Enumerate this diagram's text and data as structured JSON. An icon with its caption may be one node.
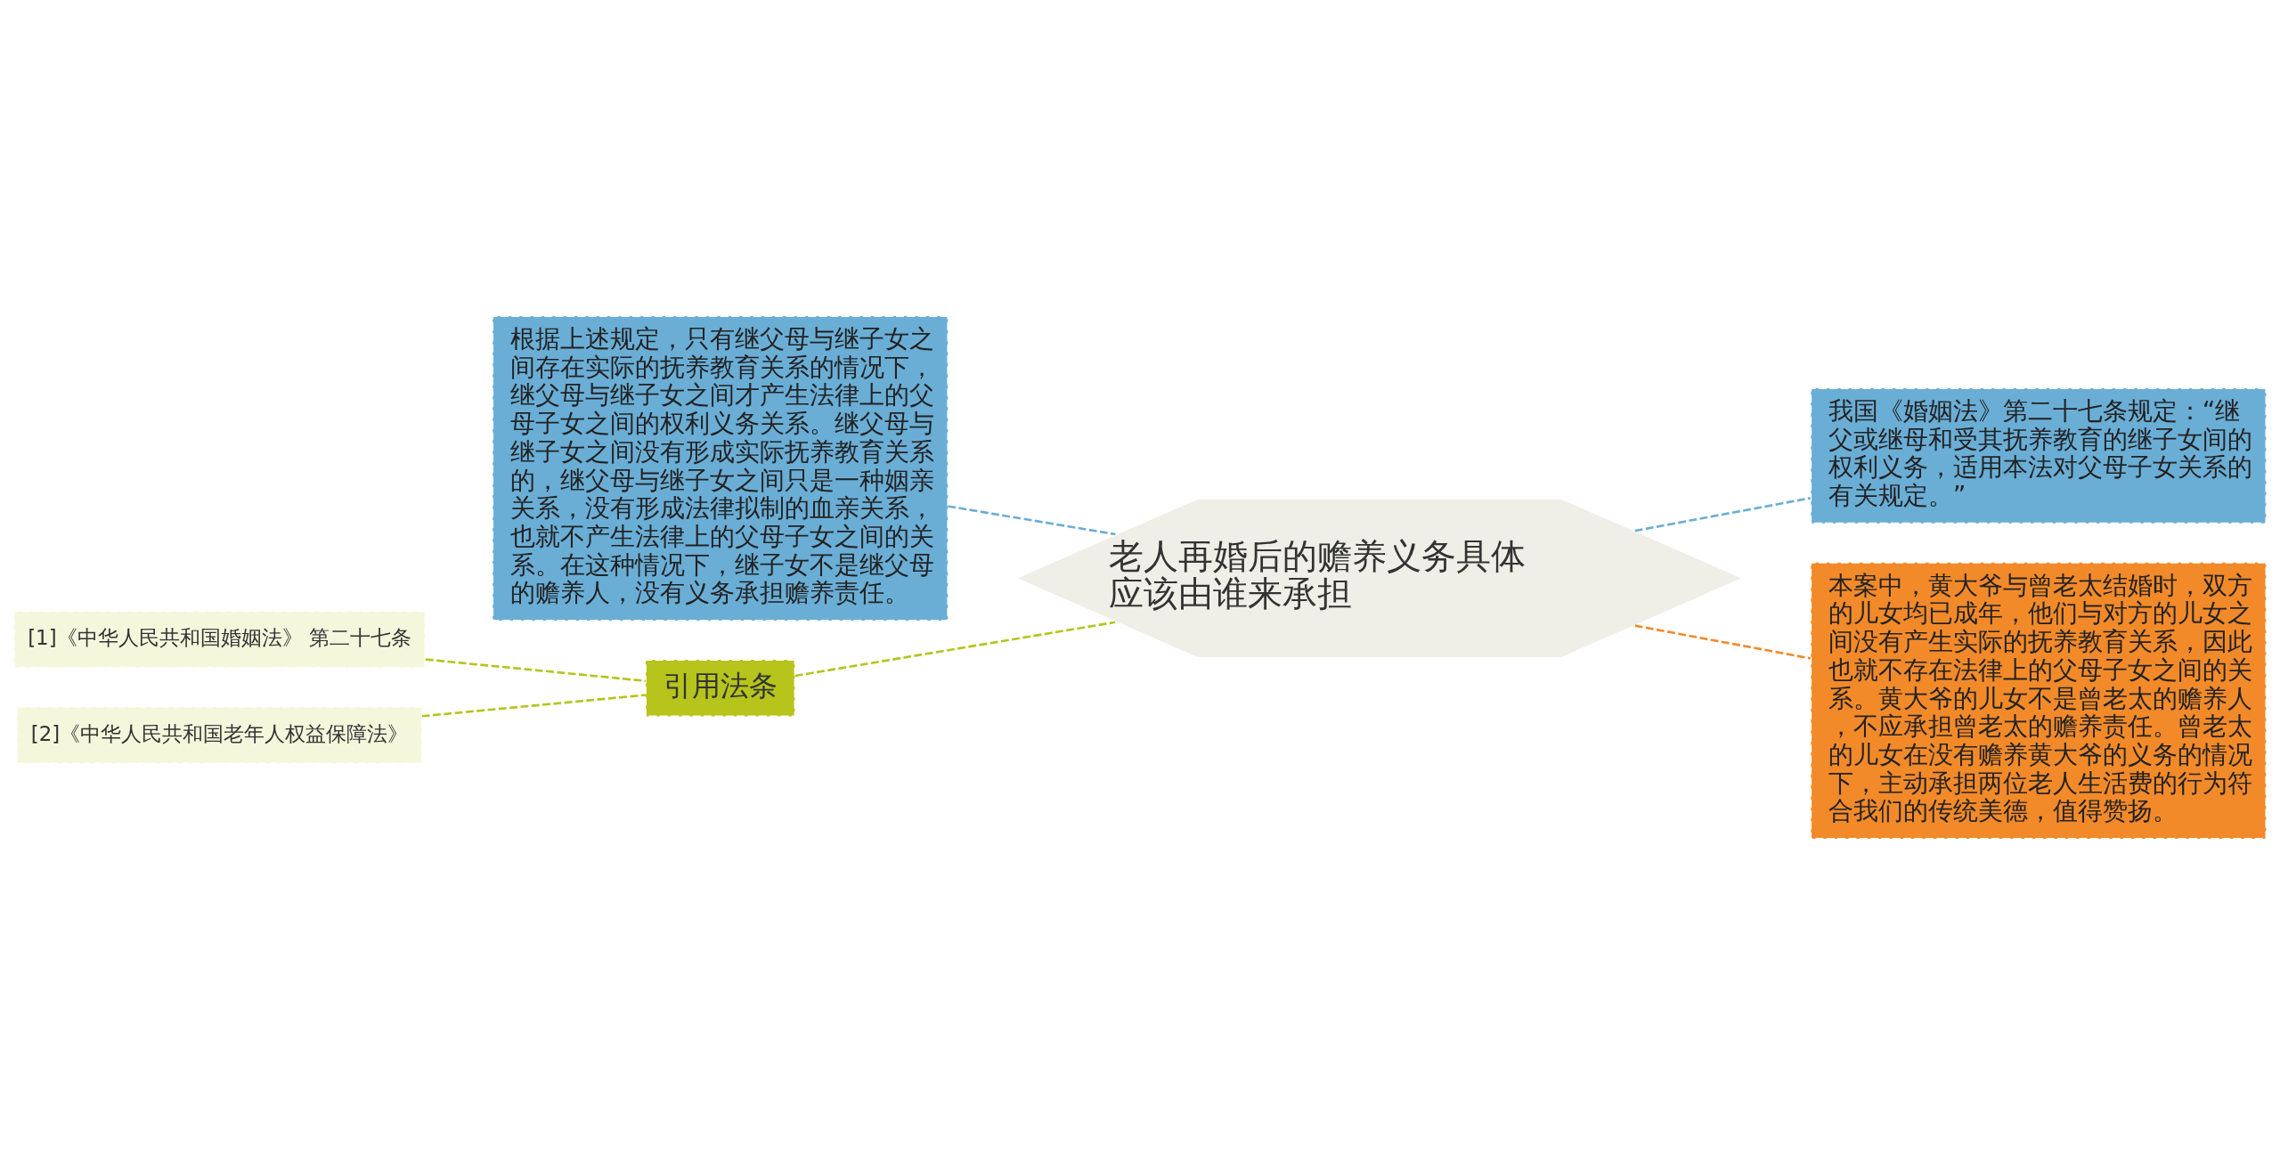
{
  "diagram": {
    "nodes": [
      {
        "text": [
          "老人再婚后的赡养义务具体应该由谁来承担"
        ]
      },
      {
        "text": [
          "根据上述规定，只有继父母与继子女之间存在实际的抚养教育关系的情况下，继父母与继子女之间才产生法律上的父母子女之间的权利义务关系。继父母与继子女之间没有形成实际抚养教育关系的，继父母与继子女之间只是一种姻亲关系，没有形成法律拟制的血亲关系，也就不产生法律上的父母子女之间的关系。在这种情况下，继子女不是继父母的赡养人，没有义务承担赡养责任。"
        ]
      },
      {
        "text": [
          "引用法条"
        ]
      },
      {
        "text": [
          "[1]《中华人民共和国婚姻法》 第二十七条"
        ]
      },
      {
        "text": [
          "[2]《中华人民共和国老年人权益保障法》"
        ]
      },
      {
        "text": [
          "我国《婚姻法》第二十七条规定：“继父或继母和受其抚养教育的继子女间的权利义务，适用本法对父母子女关系的有关规定。”"
        ]
      },
      {
        "text": [
          "本案中，黄大爷与曾老太结婚时，双方的儿女均已成年，他们与对方的儿女之间没有产生实际的抚养教育关系，因此也就不存在法律上的父母子女之间的关系。黄大爷的儿女不是曾老太的赡养人，不应承担曾老太的赡养责任。曾老太的儿女在没有赡养黄大爷的义务的情况下，主动承担两位老人生活费的行为符合我们的传统美德，值得赞扬。"
        ]
      }
    ],
    "edges": [
      {
        "from": 0,
        "to": 1,
        "arrow": "none",
        "style": "dashed",
        "color": "#6aaed6"
      },
      {
        "from": 0,
        "to": 2,
        "arrow": "none",
        "style": "dashed"
      },
      {
        "from": 2,
        "to": 3,
        "arrow": "none",
        "style": "dashed"
      },
      {
        "from": 2,
        "to": 4,
        "arrow": "none",
        "style": "dashed"
      },
      {
        "from": 0,
        "to": 5,
        "arrow": "none",
        "style": "dashed",
        "color": "#6aaed6"
      },
      {
        "from": 0,
        "to": 6,
        "arrow": "none",
        "style": "dashed",
        "color": "#f28a2a"
      }
    ]
  }
}
